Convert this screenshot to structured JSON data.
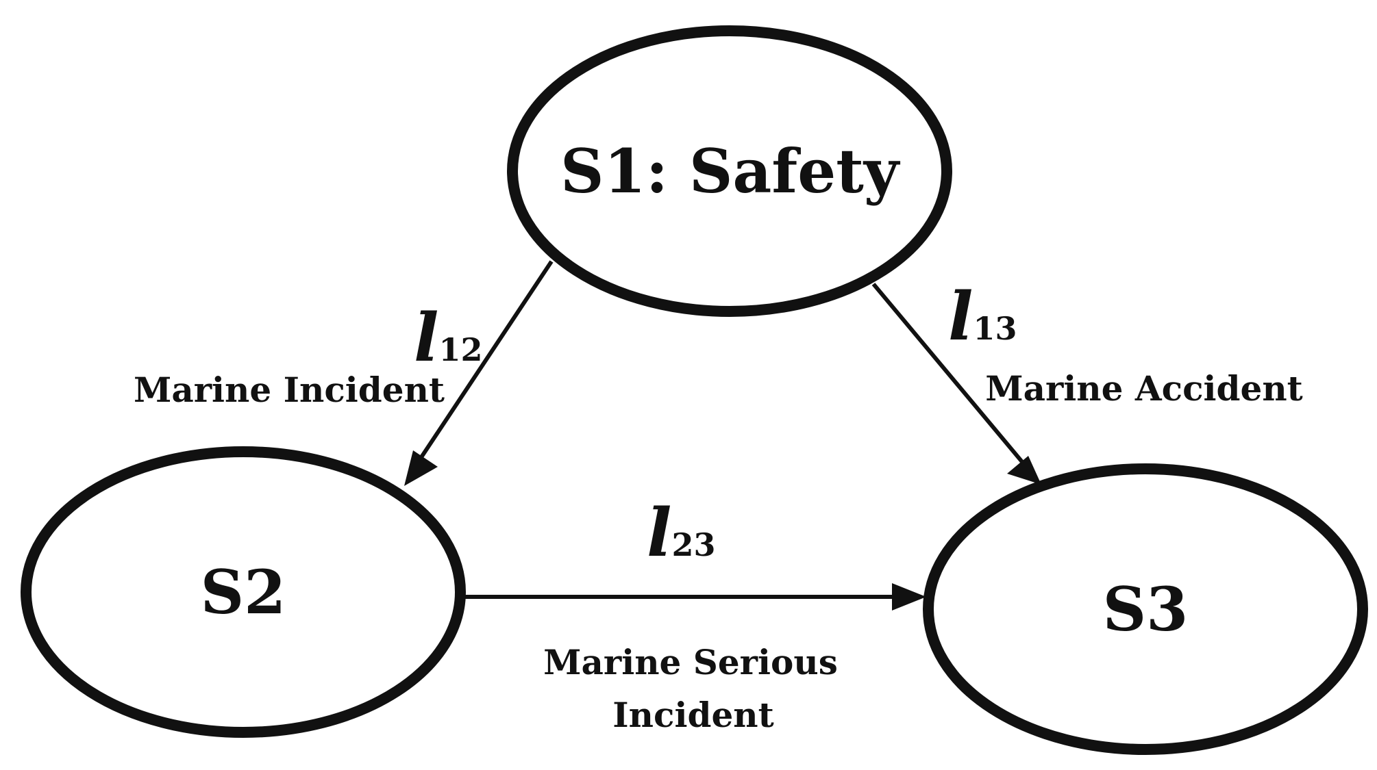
{
  "nodes": {
    "s1": {
      "label": "S1: Safety"
    },
    "s2": {
      "label": "S2"
    },
    "s3": {
      "label": "S3"
    }
  },
  "edges": {
    "e12": {
      "param": "l",
      "sub": "12",
      "label": "Marine Incident"
    },
    "e13": {
      "param": "l",
      "sub": "13",
      "label": "Marine Accident"
    },
    "e23": {
      "param": "l",
      "sub": "23",
      "label_line1": "Marine Serious",
      "label_line2": "Incident"
    }
  }
}
